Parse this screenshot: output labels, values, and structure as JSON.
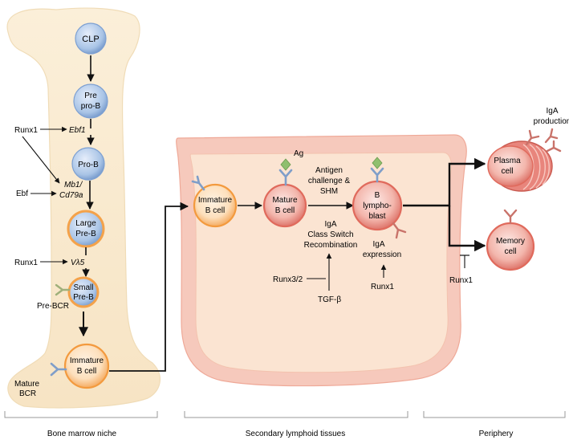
{
  "nodes": {
    "clp": "CLP",
    "pre_pro_b": [
      "Pre",
      "pro-B"
    ],
    "pro_b": "Pro-B",
    "large_pre_b": [
      "Large",
      "Pre-B"
    ],
    "small_pre_b": [
      "Small",
      "Pre-B"
    ],
    "immature_b_marrow": [
      "Immature",
      "B cell"
    ],
    "immature_b_lymphoid": [
      "Immature",
      "B cell"
    ],
    "mature_b": [
      "Mature",
      "B cell"
    ],
    "b_lymphoblast": [
      "B",
      "lympho-",
      "blast"
    ],
    "plasma_cell": [
      "Plasma",
      "cell"
    ],
    "memory_cell": [
      "Memory",
      "cell"
    ]
  },
  "regulators": {
    "runx1_top": "Runx1",
    "ebf": "Ebf",
    "runx1_mid": "Runx1",
    "runx32": "Runx3/2",
    "tgfb": "TGF-β",
    "runx1_iga": "Runx1",
    "runx1_periphery": "Runx1"
  },
  "genes": {
    "ebf1": "Ebf1",
    "mb1": "Mb1/",
    "cd79a": "Cd79a",
    "vl5": "Vλ5"
  },
  "labels": {
    "pre_bcr": "Pre-BCR",
    "mature_bcr": [
      "Mature",
      "BCR"
    ],
    "ag": "Ag",
    "antigen_challenge": [
      "Antigen",
      "challenge &",
      "SHM"
    ],
    "class_switch": [
      "IgA",
      "Class Switch",
      "Recombination"
    ],
    "iga_expression": [
      "IgA",
      "expression"
    ],
    "iga_production": [
      "IgA",
      "production"
    ]
  },
  "sections": {
    "bone_marrow": "Bone marrow niche",
    "lymphoid": "Secondary lymphoid tissues",
    "periphery": "Periphery"
  },
  "colors": {
    "bone_fill": "#fbedd6",
    "lymphoid_outer": "#f6c9bc",
    "lymphoid_inner": "#fbe4d2",
    "blue_cell": "#a9c4e6",
    "orange_cell": "#f8bc7a",
    "red_cell": "#ea8a82",
    "receptor_blue": "#7f9ec9",
    "receptor_green": "#9fb07a",
    "receptor_red": "#c9736a"
  }
}
